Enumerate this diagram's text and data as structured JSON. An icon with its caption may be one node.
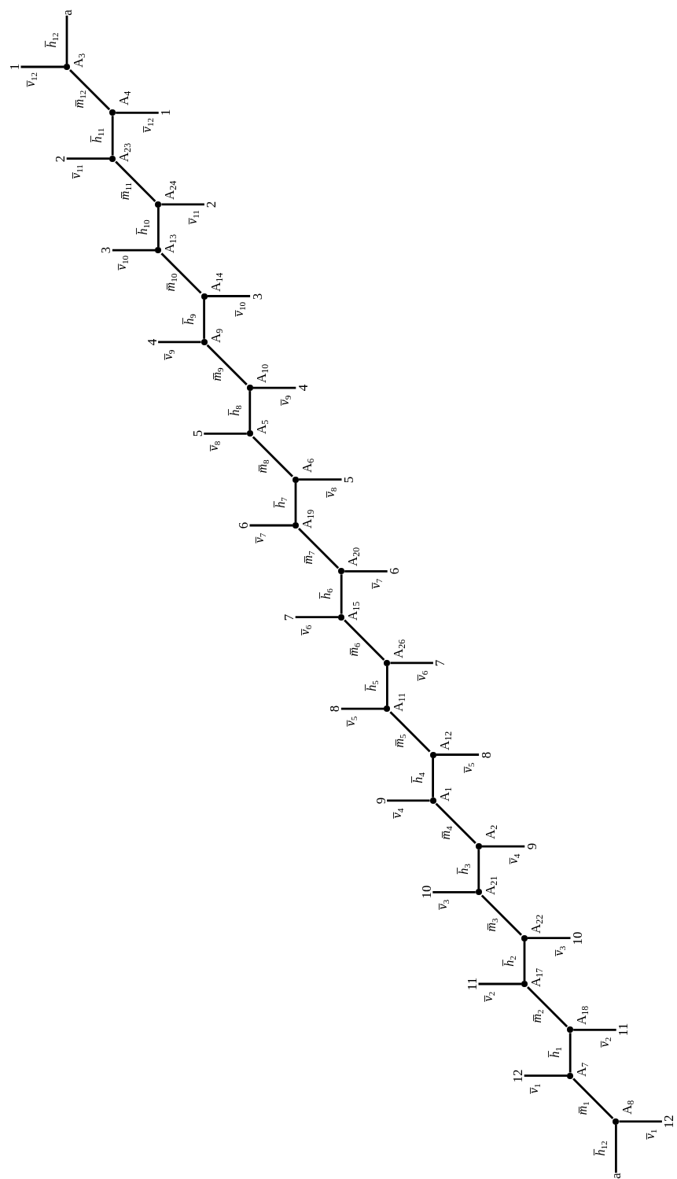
{
  "diagram": {
    "nodes": [
      {
        "text": [],
        "shape": "circle",
        "beside": [
          "A$_{3}$"
        ]
      },
      {
        "text": [],
        "shape": "circle",
        "beside": [
          "A$_{4}$"
        ]
      },
      {
        "text": [],
        "shape": "circle",
        "beside": [
          "A$_{23}$"
        ]
      },
      {
        "text": [],
        "shape": "circle",
        "beside": [
          "A$_{24}$"
        ]
      },
      {
        "text": [],
        "shape": "circle",
        "beside": [
          "A$_{13}$"
        ]
      },
      {
        "text": [],
        "shape": "circle",
        "beside": [
          "A$_{14}$"
        ]
      },
      {
        "text": [],
        "shape": "circle",
        "beside": [
          "A$_{9}$"
        ]
      },
      {
        "text": [],
        "shape": "circle",
        "beside": [
          "A$_{10}$"
        ]
      },
      {
        "text": [],
        "shape": "circle",
        "beside": [
          "A$_{5}$"
        ]
      },
      {
        "text": [],
        "shape": "circle",
        "beside": [
          "A$_{6}$"
        ]
      },
      {
        "text": [],
        "shape": "circle",
        "beside": [
          "A$_{19}$"
        ]
      },
      {
        "text": [],
        "shape": "circle",
        "beside": [
          "A$_{20}$"
        ]
      },
      {
        "text": [],
        "shape": "circle",
        "beside": [
          "A$_{15}$"
        ]
      },
      {
        "text": [],
        "shape": "circle",
        "beside": [
          "A$_{26}$"
        ]
      },
      {
        "text": [],
        "shape": "circle",
        "beside": [
          "A$_{11}$"
        ]
      },
      {
        "text": [],
        "shape": "circle",
        "beside": [
          "A$_{12}$"
        ]
      },
      {
        "text": [],
        "shape": "circle",
        "beside": [
          "A$_{1}$"
        ]
      },
      {
        "text": [],
        "shape": "circle",
        "beside": [
          "A$_{2}$"
        ]
      },
      {
        "text": [],
        "shape": "circle",
        "beside": [
          "A$_{21}$"
        ]
      },
      {
        "text": [],
        "shape": "circle",
        "beside": [
          "A$_{22}$"
        ]
      },
      {
        "text": [],
        "shape": "circle",
        "beside": [
          "A$_{17}$"
        ]
      },
      {
        "text": [],
        "shape": "circle",
        "beside": [
          "A$_{18}$"
        ]
      },
      {
        "text": [],
        "shape": "circle",
        "beside": [
          "A$_{7}$"
        ]
      },
      {
        "text": [],
        "shape": "circle",
        "beside": [
          "A$_{8}$"
        ]
      },
      {
        "text": [
          "a"
        ]
      },
      {
        "text": [
          "1"
        ]
      },
      {
        "text": [
          "1"
        ]
      },
      {
        "text": [
          "2"
        ]
      },
      {
        "text": [
          "2"
        ]
      },
      {
        "text": [
          "3"
        ]
      },
      {
        "text": [
          "3"
        ]
      },
      {
        "text": [
          "4"
        ]
      },
      {
        "text": [
          "4"
        ]
      },
      {
        "text": [
          "5"
        ]
      },
      {
        "text": [
          "5"
        ]
      },
      {
        "text": [
          "6"
        ]
      },
      {
        "text": [
          "6"
        ]
      },
      {
        "text": [
          "7"
        ]
      },
      {
        "text": [
          "7"
        ]
      },
      {
        "text": [
          "8"
        ]
      },
      {
        "text": [
          "8"
        ]
      },
      {
        "text": [
          "9"
        ]
      },
      {
        "text": [
          "9"
        ]
      },
      {
        "text": [
          "10"
        ]
      },
      {
        "text": [
          "10"
        ]
      },
      {
        "text": [
          "11"
        ]
      },
      {
        "text": [
          "11"
        ]
      },
      {
        "text": [
          "12"
        ]
      },
      {
        "text": [
          "12"
        ]
      },
      {
        "text": [
          "a"
        ]
      }
    ],
    "edges": [
      {
        "from": 0,
        "to": 24,
        "arrow": "none",
        "label": "h̅$_{12}$"
      },
      {
        "from": 0,
        "to": 25,
        "arrow": "none",
        "label": "v̅$_{12}$"
      },
      {
        "from": 0,
        "to": 1,
        "arrow": "none",
        "label": "m̅$_{12}$"
      },
      {
        "from": 1,
        "to": 26,
        "arrow": "none",
        "label": "v̅$_{12}$"
      },
      {
        "from": 1,
        "to": 2,
        "arrow": "none",
        "label": "h̅$_{11}$"
      },
      {
        "from": 2,
        "to": 27,
        "arrow": "none",
        "label": "v̅$_{11}$"
      },
      {
        "from": 2,
        "to": 3,
        "arrow": "none",
        "label": "m̅$_{11}$"
      },
      {
        "from": 3,
        "to": 28,
        "arrow": "none",
        "label": "v̅$_{11}$"
      },
      {
        "from": 3,
        "to": 4,
        "arrow": "none",
        "label": "h̅$_{10}$"
      },
      {
        "from": 4,
        "to": 29,
        "arrow": "none",
        "label": "v̅$_{10}$"
      },
      {
        "from": 4,
        "to": 5,
        "arrow": "none",
        "label": "m̅$_{10}$"
      },
      {
        "from": 5,
        "to": 30,
        "arrow": "none",
        "label": "v̅$_{10}$"
      },
      {
        "from": 5,
        "to": 6,
        "arrow": "none",
        "label": "h̅$_{9}$"
      },
      {
        "from": 6,
        "to": 31,
        "arrow": "none",
        "label": "v̅$_{9}$"
      },
      {
        "from": 6,
        "to": 7,
        "arrow": "none",
        "label": "m̅$_{9}$"
      },
      {
        "from": 7,
        "to": 32,
        "arrow": "none",
        "label": "v̅$_{9}$"
      },
      {
        "from": 7,
        "to": 8,
        "arrow": "none",
        "label": "h̅$_{8}$"
      },
      {
        "from": 8,
        "to": 33,
        "arrow": "none",
        "label": "v̅$_{8}$"
      },
      {
        "from": 8,
        "to": 9,
        "arrow": "none",
        "label": "m̅$_{8}$"
      },
      {
        "from": 9,
        "to": 34,
        "arrow": "none",
        "label": "v̅$_{8}$"
      },
      {
        "from": 9,
        "to": 10,
        "arrow": "none",
        "label": "h̅$_{7}$"
      },
      {
        "from": 10,
        "to": 35,
        "arrow": "none",
        "label": "v̅$_{7}$"
      },
      {
        "from": 10,
        "to": 11,
        "arrow": "none",
        "label": "m̅$_{7}$"
      },
      {
        "from": 11,
        "to": 36,
        "arrow": "none",
        "label": "v̅$_{7}$"
      },
      {
        "from": 11,
        "to": 12,
        "arrow": "none",
        "label": "h̅$_{6}$"
      },
      {
        "from": 12,
        "to": 37,
        "arrow": "none",
        "label": "v̅$_{6}$"
      },
      {
        "from": 12,
        "to": 13,
        "arrow": "none",
        "label": "m̅$_{6}$"
      },
      {
        "from": 13,
        "to": 38,
        "arrow": "none",
        "label": "v̅$_{6}$"
      },
      {
        "from": 13,
        "to": 14,
        "arrow": "none",
        "label": "h̅$_{5}$"
      },
      {
        "from": 14,
        "to": 39,
        "arrow": "none",
        "label": "v̅$_{5}$"
      },
      {
        "from": 14,
        "to": 15,
        "arrow": "none",
        "label": "m̅$_{5}$"
      },
      {
        "from": 15,
        "to": 40,
        "arrow": "none",
        "label": "v̅$_{5}$"
      },
      {
        "from": 15,
        "to": 16,
        "arrow": "none",
        "label": "h̅$_{4}$"
      },
      {
        "from": 16,
        "to": 41,
        "arrow": "none",
        "label": "v̅$_{4}$"
      },
      {
        "from": 16,
        "to": 17,
        "arrow": "none",
        "label": "m̅$_{4}$"
      },
      {
        "from": 17,
        "to": 42,
        "arrow": "none",
        "label": "v̅$_{4}$"
      },
      {
        "from": 17,
        "to": 18,
        "arrow": "none",
        "label": "h̅$_{3}$"
      },
      {
        "from": 18,
        "to": 43,
        "arrow": "none",
        "label": "v̅$_{3}$"
      },
      {
        "from": 18,
        "to": 19,
        "arrow": "none",
        "label": "m̅$_{3}$"
      },
      {
        "from": 19,
        "to": 44,
        "arrow": "none",
        "label": "v̅$_{3}$"
      },
      {
        "from": 19,
        "to": 20,
        "arrow": "none",
        "label": "h̅$_{2}$"
      },
      {
        "from": 20,
        "to": 45,
        "arrow": "none",
        "label": "v̅$_{2}$"
      },
      {
        "from": 20,
        "to": 21,
        "arrow": "none",
        "label": "m̅$_{2}$"
      },
      {
        "from": 21,
        "to": 46,
        "arrow": "none",
        "label": "v̅$_{2}$"
      },
      {
        "from": 21,
        "to": 22,
        "arrow": "none",
        "label": "h̅$_{1}$"
      },
      {
        "from": 22,
        "to": 47,
        "arrow": "none",
        "label": "v̅$_{1}$"
      },
      {
        "from": 22,
        "to": 23,
        "arrow": "none",
        "label": "m̅$_{1}$"
      },
      {
        "from": 23,
        "to": 48,
        "arrow": "none",
        "label": "v̅$_{1}$"
      },
      {
        "from": 23,
        "to": 49,
        "arrow": "none",
        "label": "h̅$_{12}$"
      }
    ]
  }
}
